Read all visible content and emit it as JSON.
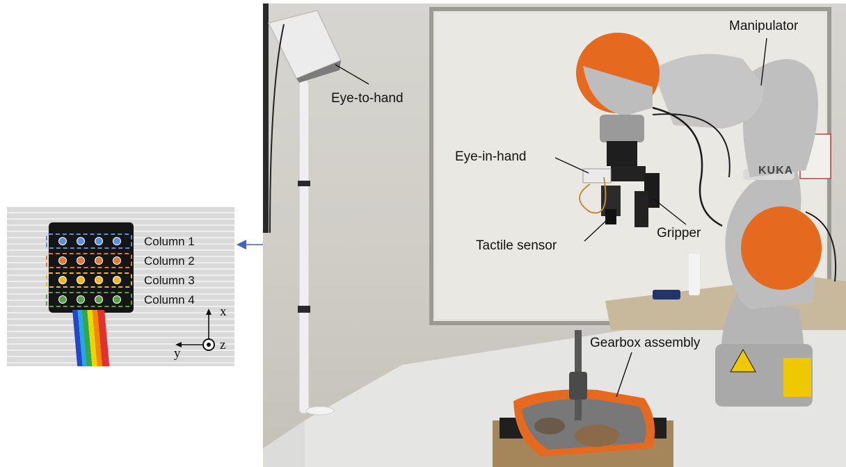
{
  "inset": {
    "columns": [
      {
        "label": "Column 1",
        "color": "#5b8fd8"
      },
      {
        "label": "Column 2",
        "color": "#e0783a"
      },
      {
        "label": "Column 3",
        "color": "#f0b820"
      },
      {
        "label": "Column 4",
        "color": "#5aa04a"
      }
    ],
    "axes": {
      "x": "x",
      "y": "y",
      "z": "z"
    }
  },
  "photo": {
    "labels": {
      "eye_to_hand": "Eye-to-hand",
      "eye_in_hand": "Eye-in-hand",
      "manipulator": "Manipulator",
      "gripper": "Gripper",
      "tactile_sensor": "Tactile sensor",
      "gearbox": "Gearbox assembly"
    },
    "brand": "KUKA"
  },
  "colors": {
    "arrow": "#3f63c9",
    "robot_orange": "#e56a1f",
    "robot_gray": "#b8b8b8"
  }
}
